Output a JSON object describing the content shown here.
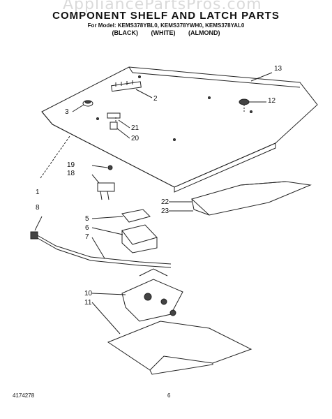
{
  "header": {
    "watermark": "AppliancePartsPros.com",
    "title": "COMPONENT SHELF AND LATCH PARTS",
    "model_line": "For Model: KEMS378YBL0, KEMS378YWH0, KEMS378YAL0",
    "colors": [
      "(BLACK)",
      "(WHITE)",
      "(ALMOND)"
    ]
  },
  "callouts": {
    "c1": "1",
    "c2": "2",
    "c3": "3",
    "c5": "5",
    "c6": "6",
    "c7": "7",
    "c8": "8",
    "c10": "10",
    "c11": "11",
    "c12": "12",
    "c13": "13",
    "c18": "18",
    "c19": "19",
    "c20": "20",
    "c21": "21",
    "c22": "22",
    "c23": "23"
  },
  "footer": {
    "part_number": "4174278",
    "page_number": "6"
  }
}
